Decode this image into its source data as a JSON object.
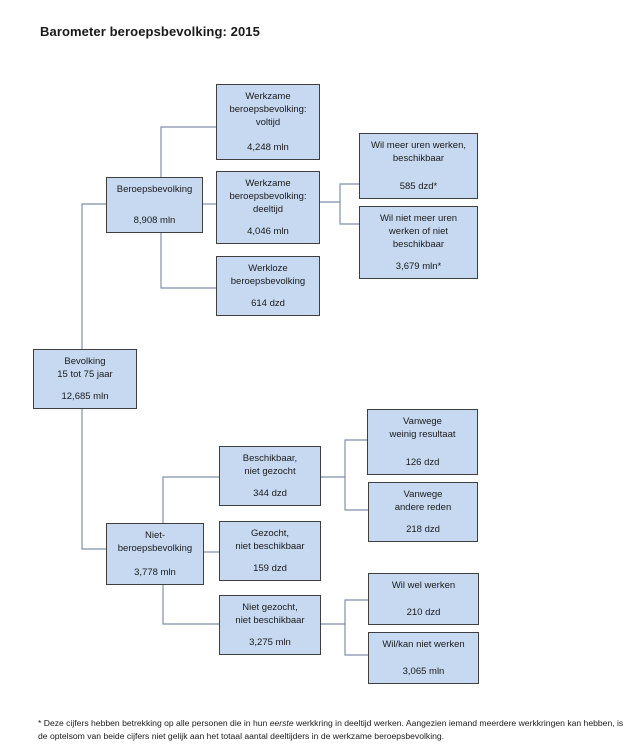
{
  "title": "Barometer beroepsbevolking: 2015",
  "colors": {
    "box_fill": "#c6d9f1",
    "box_border": "#3f3f3f",
    "connector": "#7f8fa6"
  },
  "nodes": {
    "bevolking": {
      "label": "Bevolking\n15 tot 75 jaar",
      "value": "12,685 mln"
    },
    "beroepsbevolking": {
      "label": "Beroepsbevolking",
      "value": "8,908 mln"
    },
    "werkzaam_voltijd": {
      "label": "Werkzame\nberoepsbevolking:\nvoltijd",
      "value": "4,248 mln"
    },
    "werkzaam_deeltijd": {
      "label": "Werkzame\nberoepsbevolking:\ndeeltijd",
      "value": "4,046 mln"
    },
    "werkloos": {
      "label": "Werkloze\nberoepsbevolking",
      "value": "614 dzd"
    },
    "wil_meer_uren": {
      "label": "Wil meer uren werken,\nbeschikbaar",
      "value": "585 dzd*"
    },
    "wil_niet_meer_uren": {
      "label": "Wil niet meer uren\nwerken of niet\nbeschikbaar",
      "value": "3,679 mln*"
    },
    "niet_beroepsbevolking": {
      "label": "Niet-\nberoepsbevolking",
      "value": "3,778 mln"
    },
    "beschikbaar_niet_gezocht": {
      "label": "Beschikbaar,\nniet gezocht",
      "value": "344 dzd"
    },
    "gezocht_niet_beschikbaar": {
      "label": "Gezocht,\nniet beschikbaar",
      "value": "159 dzd"
    },
    "niet_gezocht_niet_beschikbaar": {
      "label": "Niet gezocht,\nniet beschikbaar",
      "value": "3,275 mln"
    },
    "weinig_resultaat": {
      "label": "Vanwege\nweinig resultaat",
      "value": "126 dzd"
    },
    "andere_reden": {
      "label": "Vanwege\nandere reden",
      "value": "218 dzd"
    },
    "wil_wel_werken": {
      "label": "Wil wel werken",
      "value": "210 dzd"
    },
    "wil_kan_niet_werken": {
      "label": "Wil/kan niet werken",
      "value": "3,065 mln"
    }
  },
  "edges": [
    [
      "bevolking",
      "beroepsbevolking"
    ],
    [
      "bevolking",
      "niet_beroepsbevolking"
    ],
    [
      "beroepsbevolking",
      "werkzaam_voltijd"
    ],
    [
      "beroepsbevolking",
      "werkzaam_deeltijd"
    ],
    [
      "beroepsbevolking",
      "werkloos"
    ],
    [
      "werkzaam_deeltijd",
      "wil_meer_uren"
    ],
    [
      "werkzaam_deeltijd",
      "wil_niet_meer_uren"
    ],
    [
      "niet_beroepsbevolking",
      "beschikbaar_niet_gezocht"
    ],
    [
      "niet_beroepsbevolking",
      "gezocht_niet_beschikbaar"
    ],
    [
      "niet_beroepsbevolking",
      "niet_gezocht_niet_beschikbaar"
    ],
    [
      "beschikbaar_niet_gezocht",
      "weinig_resultaat"
    ],
    [
      "beschikbaar_niet_gezocht",
      "andere_reden"
    ],
    [
      "niet_gezocht_niet_beschikbaar",
      "wil_wel_werken"
    ],
    [
      "niet_gezocht_niet_beschikbaar",
      "wil_kan_niet_werken"
    ]
  ],
  "footnote": {
    "prefix": "* Deze cijfers hebben betrekking op alle personen die in hun ",
    "emphasis": "eerste",
    "suffix": " werkkring in deeltijd werken. Aangezien iemand meerdere werkkringen kan hebben, is de optelsom van beide cijfers niet gelijk aan het totaal aantal deeltijders in de werkzame beroepsbevolking."
  }
}
